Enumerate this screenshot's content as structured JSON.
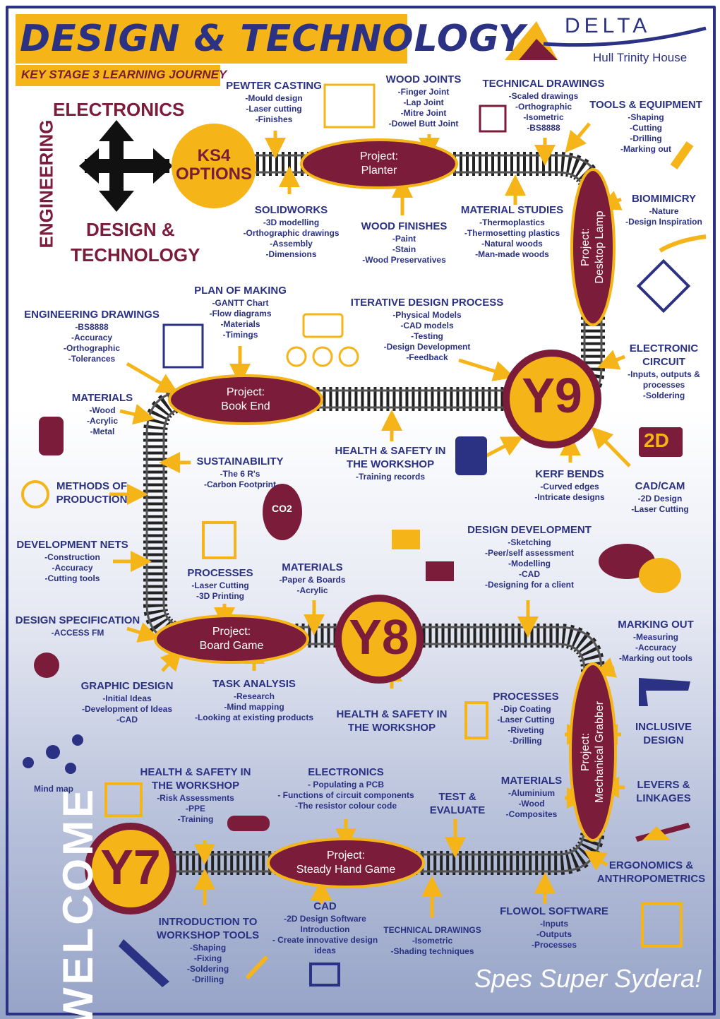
{
  "header": {
    "title": "DESIGN & TECHNOLOGY",
    "subtitle": "KEY STAGE 3 LEARNING JOURNEY",
    "logo": {
      "name": "DELTA",
      "sub": "Hull Trinity House"
    }
  },
  "routes": {
    "electronics": "ELECTRONICS",
    "engineering": "ENGINEERING",
    "design": "DESIGN &",
    "technology": "TECHNOLOGY",
    "ks4": "KS4",
    "options": "OPTIONS"
  },
  "projects": {
    "planter": [
      "Project:",
      "Planter"
    ],
    "lamp": [
      "Project:",
      "Desktop Lamp"
    ],
    "bookend": [
      "Project:",
      "Book End"
    ],
    "boardgame": [
      "Project:",
      "Board Game"
    ],
    "grabber": [
      "Project:",
      "Mechanical Grabber"
    ],
    "steady": [
      "Project:",
      "Steady Hand Game"
    ]
  },
  "years": {
    "y9": "Y9",
    "y8": "Y8",
    "y7": "Y7"
  },
  "topics": {
    "pewter": {
      "title": "PEWTER CASTING",
      "items": [
        "-Mould design",
        "-Laser cutting",
        "-Finishes"
      ]
    },
    "woodjoints": {
      "title": "WOOD JOINTS",
      "items": [
        "-Finger Joint",
        "-Lap Joint",
        "-Mitre Joint",
        "-Dowel Butt Joint"
      ]
    },
    "techdraw9": {
      "title": "TECHNICAL DRAWINGS",
      "items": [
        "-Scaled drawings",
        "-Orthographic",
        "-Isometric",
        "-BS8888"
      ]
    },
    "tools": {
      "title": "TOOLS & EQUIPMENT",
      "items": [
        "-Shaping",
        "-Cutting",
        "-Drilling",
        "-Marking out"
      ]
    },
    "solidworks": {
      "title": "SOLIDWORKS",
      "items": [
        "-3D modelling",
        "-Orthographic drawings",
        "-Assembly",
        "-Dimensions"
      ]
    },
    "woodfinish": {
      "title": "WOOD FINISHES",
      "items": [
        "-Paint",
        "-Stain",
        "-Wood Preservatives"
      ]
    },
    "matstudies": {
      "title": "MATERIAL STUDIES",
      "items": [
        "-Thermoplastics",
        "-Thermosetting plastics",
        "-Natural woods",
        "-Man-made woods"
      ]
    },
    "biomimicry": {
      "title": "BIOMIMICRY",
      "items": [
        "-Nature",
        "-Design Inspiration"
      ]
    },
    "plan": {
      "title": "PLAN OF MAKING",
      "items": [
        "-GANTT Chart",
        "-Flow diagrams",
        "-Materials",
        "-Timings"
      ]
    },
    "iterative": {
      "title": "ITERATIVE DESIGN PROCESS",
      "items": [
        "-Physical Models",
        "-CAD models",
        "-Testing",
        "-Design Development",
        "-Feedback"
      ]
    },
    "engdraw": {
      "title": "ENGINEERING DRAWINGS",
      "items": [
        "-BS8888",
        "-Accuracy",
        "-Orthographic",
        "-Tolerances"
      ]
    },
    "elec_circuit": {
      "title": [
        "ELECTRONIC",
        "CIRCUIT"
      ],
      "items": [
        "-Inputs, outputs &",
        "processes",
        "-Soldering"
      ]
    },
    "materials9": {
      "title": "MATERIALS",
      "items": [
        "-Wood",
        "-Acrylic",
        "-Metal"
      ]
    },
    "hs9": {
      "title": [
        "HEALTH & SAFETY IN",
        "THE WORKSHOP"
      ],
      "items": [
        "-Training records"
      ]
    },
    "kerf": {
      "title": "KERF BENDS",
      "items": [
        "-Curved edges",
        "-Intricate designs"
      ]
    },
    "cadcam": {
      "title": "CAD/CAM",
      "items": [
        "-2D Design",
        "-Laser Cutting"
      ]
    },
    "sustain": {
      "title": "SUSTAINABILITY",
      "items": [
        "-The 6 R's",
        "-Carbon Footprint"
      ]
    },
    "methods": {
      "title": [
        "METHODS OF",
        "PRODUCTION"
      ],
      "items": []
    },
    "devnets": {
      "title": "DEVELOPMENT NETS",
      "items": [
        "-Construction",
        "-Accuracy",
        "-Cutting tools"
      ]
    },
    "designdev": {
      "title": "DESIGN DEVELOPMENT",
      "items": [
        "-Sketching",
        "-Peer/self assessment",
        "-Modelling",
        "-CAD",
        "-Designing for a client"
      ]
    },
    "processes8": {
      "title": "PROCESSES",
      "items": [
        "-Laser Cutting",
        "-3D Printing"
      ]
    },
    "materials8": {
      "title": "MATERIALS",
      "items": [
        "-Paper & Boards",
        "-Acrylic"
      ]
    },
    "designspec": {
      "title": "DESIGN SPECIFICATION",
      "items": [
        "-ACCESS FM"
      ]
    },
    "markingout": {
      "title": "MARKING OUT",
      "items": [
        "-Measuring",
        "-Accuracy",
        "-Marking out tools"
      ]
    },
    "graphic": {
      "title": "GRAPHIC DESIGN",
      "items": [
        "-Initial Ideas",
        "-Development of Ideas",
        "-CAD"
      ]
    },
    "task": {
      "title": "TASK ANALYSIS",
      "items": [
        "-Research",
        "-Mind mapping",
        "-Looking at existing products"
      ]
    },
    "hs8": {
      "title": [
        "HEALTH & SAFETY IN",
        "THE WORKSHOP"
      ],
      "items": []
    },
    "processes7": {
      "title": "PROCESSES",
      "items": [
        "-Dip Coating",
        "-Laser Cutting",
        "-Riveting",
        "-Drilling"
      ]
    },
    "inclusive": {
      "title": [
        "INCLUSIVE",
        "DESIGN"
      ],
      "items": []
    },
    "hs7": {
      "title": [
        "HEALTH & SAFETY IN",
        "THE WORKSHOP"
      ],
      "items": [
        "-Risk Assessments",
        "-PPE",
        "-Training"
      ]
    },
    "electronics7": {
      "title": "ELECTRONICS",
      "items": [
        "- Populating a PCB",
        "- Functions of circuit components",
        "-The resistor colour code"
      ]
    },
    "testeval": {
      "title": [
        "TEST &",
        "EVALUATE"
      ],
      "items": []
    },
    "materials7": {
      "title": "MATERIALS",
      "items": [
        "-Aluminium",
        "-Wood",
        "-Composites"
      ]
    },
    "levers": {
      "title": [
        "LEVERS &",
        "LINKAGES"
      ],
      "items": []
    },
    "ergo": {
      "title": [
        "ERGONOMICS &",
        "ANTHROPOMETRICS"
      ],
      "items": []
    },
    "cad7": {
      "title": "CAD",
      "items": [
        "-2D Design Software",
        "Introduction",
        "- Create innovative design",
        "ideas"
      ]
    },
    "techdraw7": {
      "title": "TECHNICAL DRAWINGS",
      "items": [
        "-Isometric",
        "-Shading techniques"
      ]
    },
    "flowol": {
      "title": "FLOWOL SOFTWARE",
      "items": [
        "-Inputs",
        "-Outputs",
        "-Processes"
      ]
    },
    "intro": {
      "title": [
        "INTRODUCTION TO",
        "WORKSHOP TOOLS"
      ],
      "items": [
        "-Shaping",
        "-Fixing",
        "-Soldering",
        "-Drilling"
      ]
    }
  },
  "misc": {
    "mindmap": "Mind map",
    "welcome": "WELCOME",
    "motto": "Spes Super Sydera!",
    "twoD": "2D",
    "co2": "CO2"
  },
  "colors": {
    "navy": "#2b3183",
    "maroon": "#7a1c3a",
    "yellow": "#f5b417",
    "arrow": "#f5b417"
  }
}
